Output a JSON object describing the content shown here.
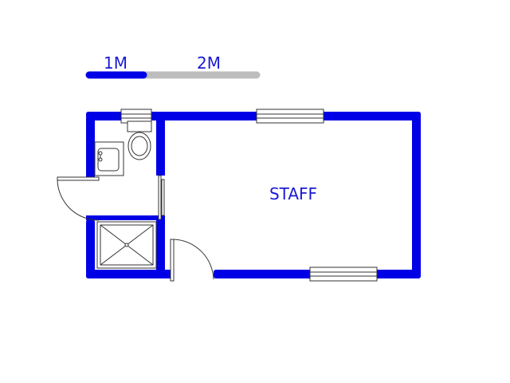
{
  "scale_bar": {
    "label_1": "1M",
    "label_2": "2M"
  },
  "rooms": {
    "main_label": "STAFF"
  },
  "colors": {
    "wall": "#0000e6",
    "scale_grey": "#bdbdbd",
    "fixture_stroke": "#333333",
    "label": "#1a1ad6"
  }
}
